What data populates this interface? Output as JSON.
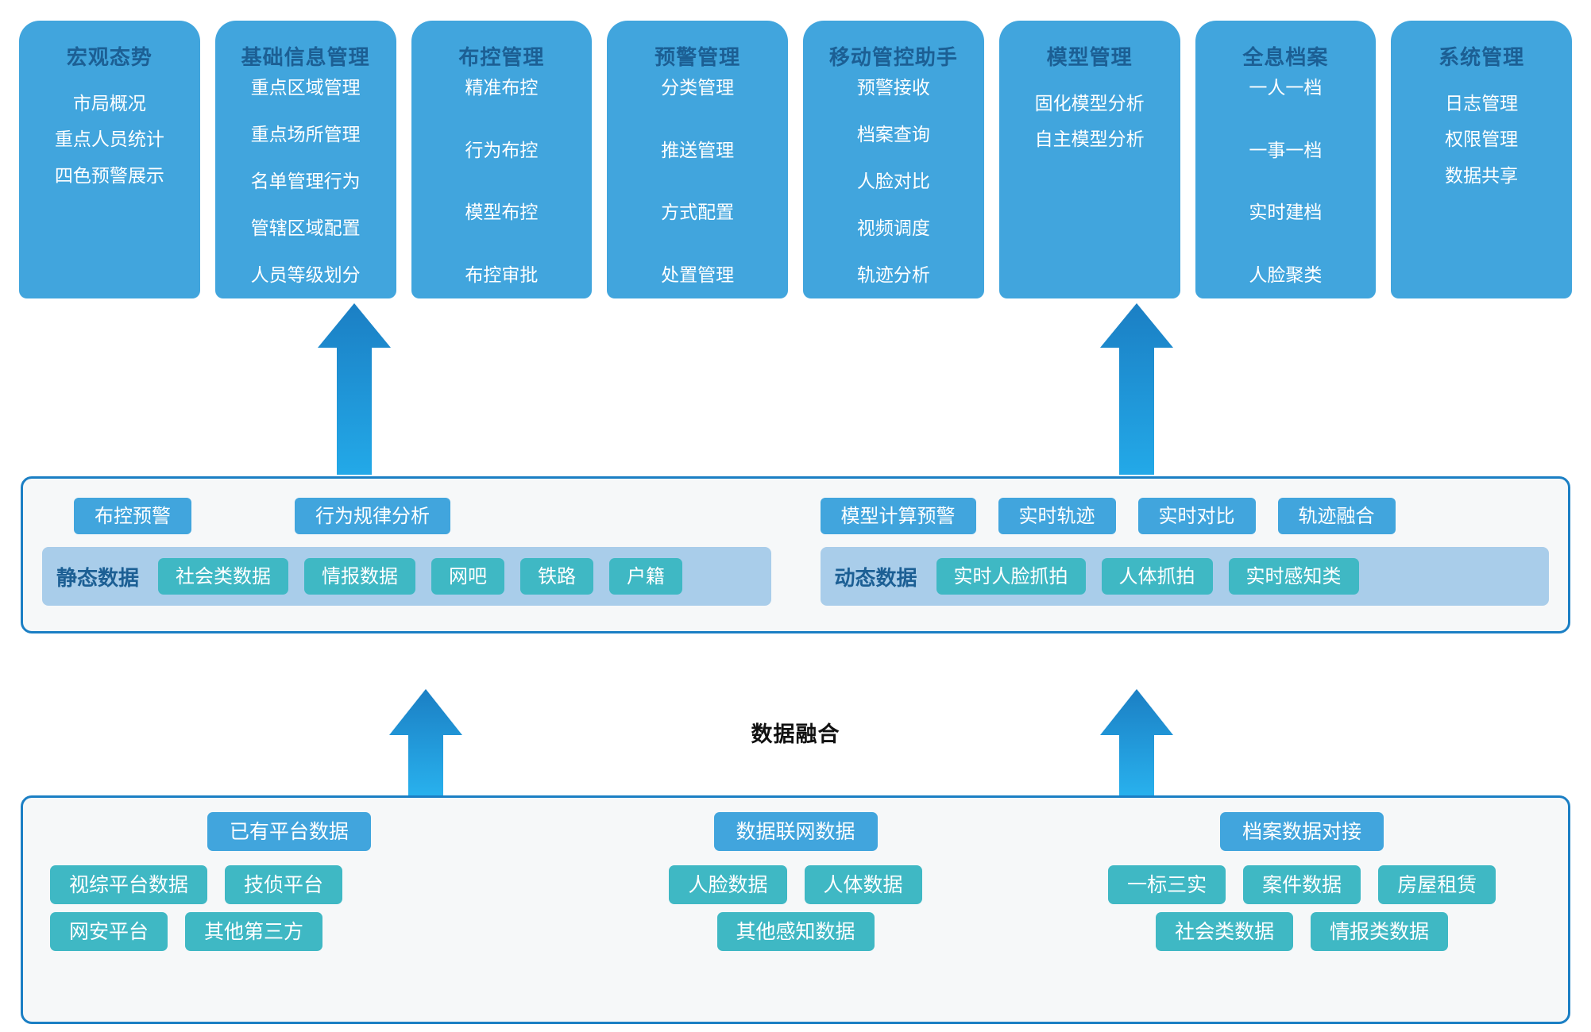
{
  "modules": [
    {
      "title": "宏观态势",
      "items": [
        "市局概况",
        "重点人员统计",
        "四色预警展示"
      ],
      "spread": false
    },
    {
      "title": "基础信息管理",
      "items": [
        "重点区域管理",
        "重点场所管理",
        "名单管理行为",
        "管辖区域配置",
        "人员等级划分"
      ],
      "spread": true
    },
    {
      "title": "布控管理",
      "items": [
        "精准布控",
        "行为布控",
        "模型布控",
        "布控审批"
      ],
      "spread": true
    },
    {
      "title": "预警管理",
      "items": [
        "分类管理",
        "推送管理",
        "方式配置",
        "处置管理"
      ],
      "spread": true
    },
    {
      "title": "移动管控助手",
      "items": [
        "预警接收",
        "档案查询",
        "人脸对比",
        "视频调度",
        "轨迹分析"
      ],
      "spread": true
    },
    {
      "title": "模型管理",
      "items": [
        "固化模型分析",
        "自主模型分析"
      ],
      "spread": false
    },
    {
      "title": "全息档案",
      "items": [
        "一人一档",
        "一事一档",
        "实时建档",
        "人脸聚类"
      ],
      "spread": true
    },
    {
      "title": "系统管理",
      "items": [
        "日志管理",
        "权限管理",
        "数据共享"
      ],
      "spread": false
    }
  ],
  "fusion": {
    "caption": "数据融合",
    "left": {
      "capabilities": [
        "布控预警",
        "行为规律分析"
      ],
      "data_label": "静态数据",
      "data_items": [
        "社会类数据",
        "情报数据",
        "网吧",
        "铁路",
        "户籍"
      ]
    },
    "right": {
      "capabilities": [
        "模型计算预警",
        "实时轨迹",
        "实时对比",
        "轨迹融合"
      ],
      "data_label": "动态数据",
      "data_items": [
        "实时人脸抓拍",
        "人体抓拍",
        "实时感知类"
      ]
    }
  },
  "sources": [
    {
      "head": "已有平台数据",
      "rows": [
        [
          "视综平台数据",
          "技侦平台"
        ],
        [
          "网安平台",
          "其他第三方"
        ]
      ],
      "align": [
        "offset-left",
        "offset-left"
      ]
    },
    {
      "head": "数据联网数据",
      "rows": [
        [
          "人脸数据",
          "人体数据"
        ],
        [
          "其他感知数据"
        ]
      ],
      "align": [
        "center",
        "center"
      ]
    },
    {
      "head": "档案数据对接",
      "rows": [
        [
          "一标三实",
          "案件数据",
          "房屋租赁"
        ],
        [
          "社会类数据",
          "情报类数据"
        ]
      ],
      "align": [
        "center",
        "center"
      ]
    }
  ],
  "colors": {
    "card_blue": "#41a5dd",
    "title_blue": "#1c5f94",
    "teal": "#3fb8c4",
    "strip_blue": "#a9cdea",
    "border_blue": "#1b7fc4",
    "arrow_blue": "#1a8fd0",
    "panel_bg": "#f6f8f9"
  }
}
